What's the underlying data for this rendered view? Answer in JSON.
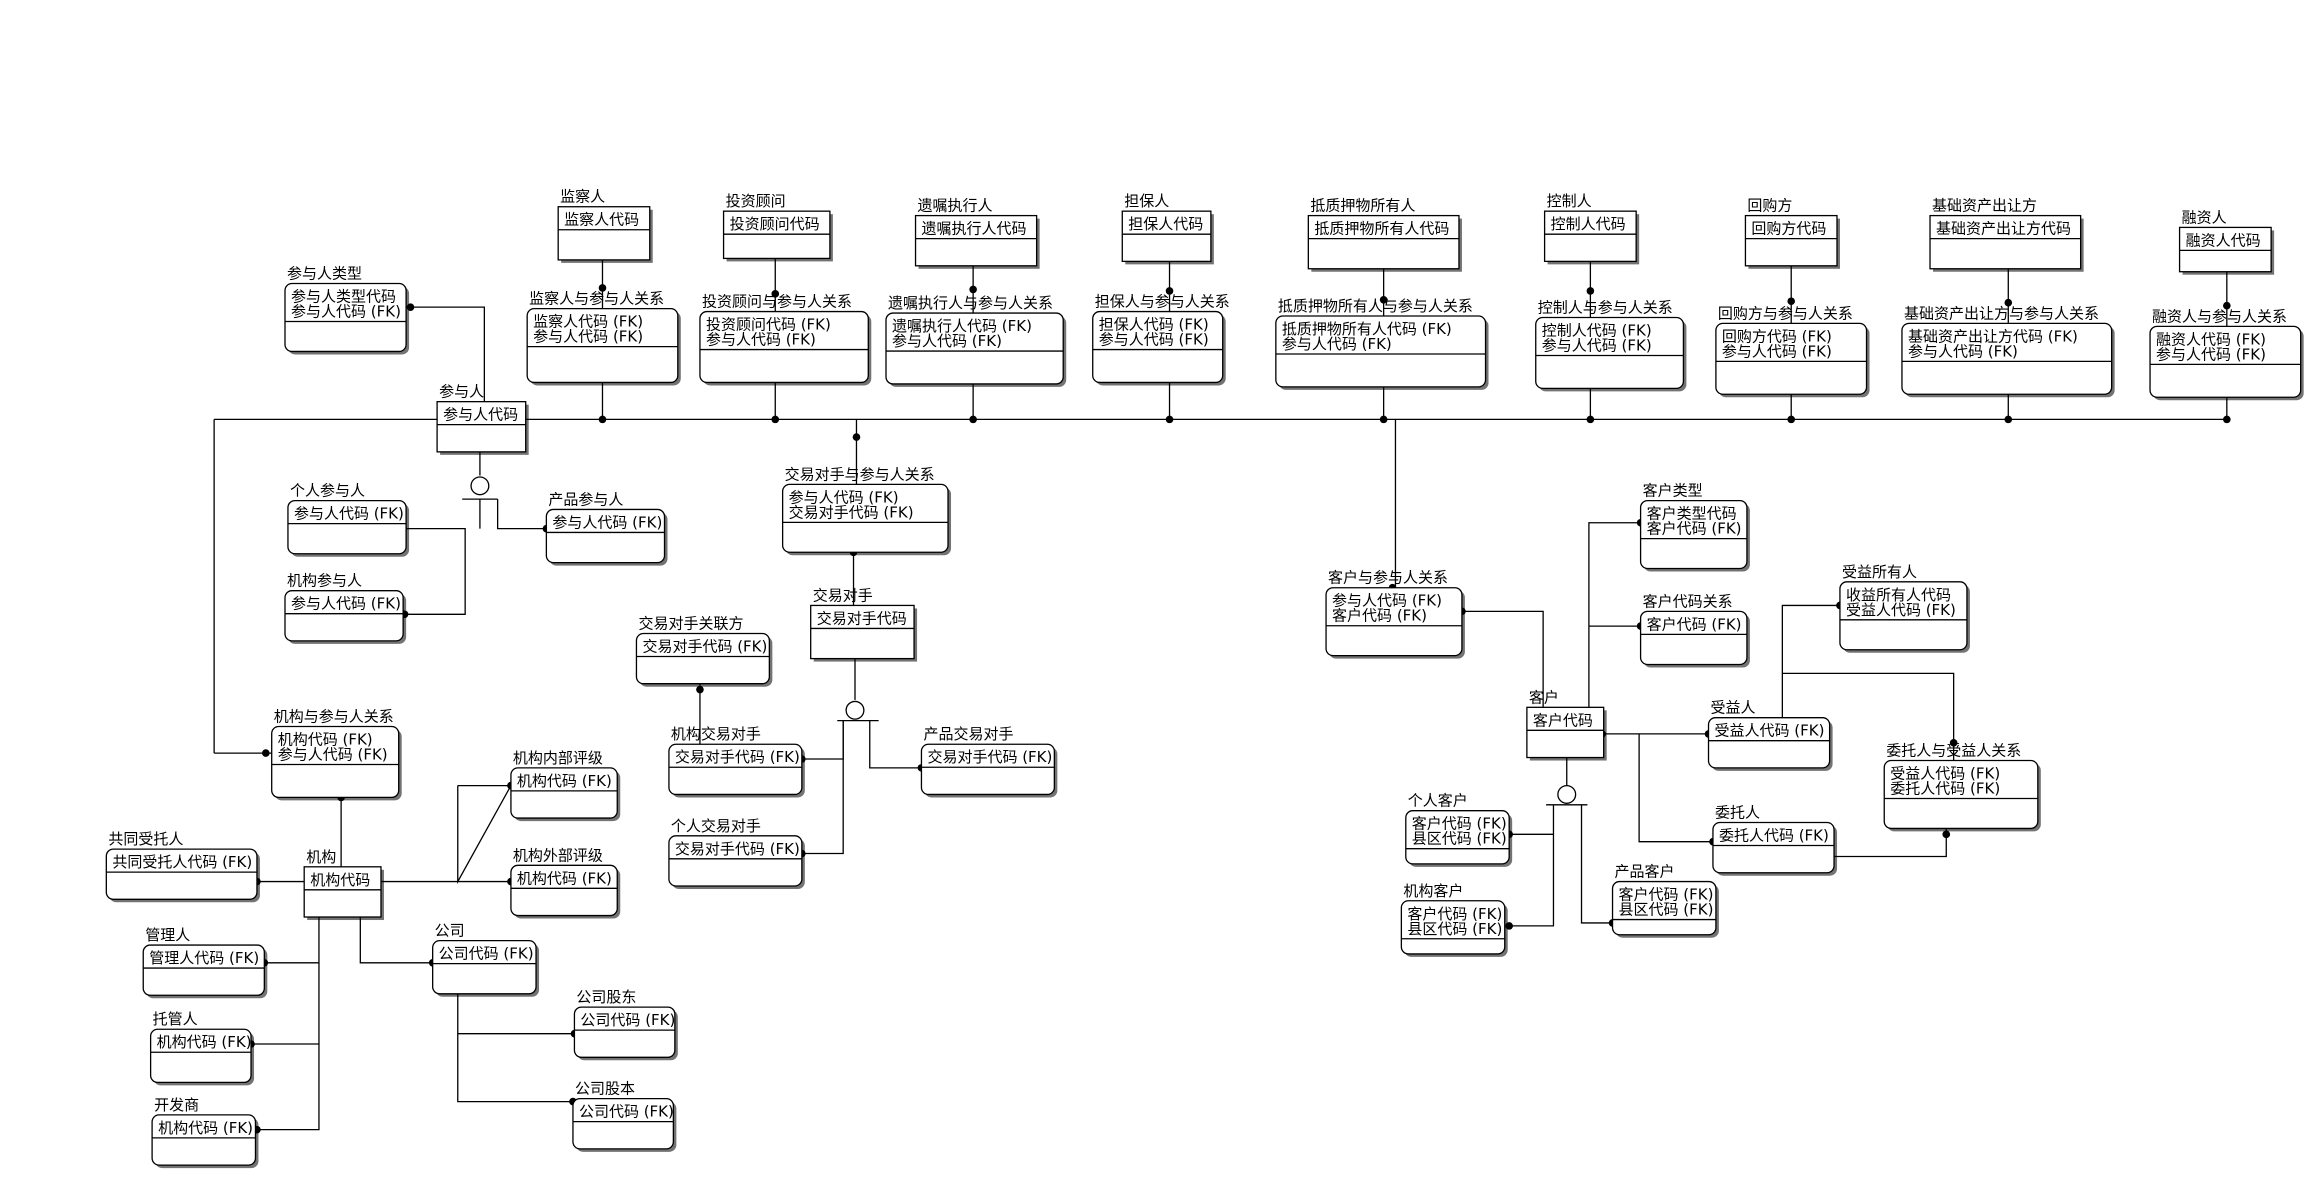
{
  "entities": [
    {
      "id": "jcr",
      "title": "监察人",
      "fields": [
        "监察人代码"
      ]
    },
    {
      "id": "tzgw",
      "title": "投资顾问",
      "fields": [
        "投资顾问代码"
      ]
    },
    {
      "id": "yzzx",
      "title": "遗嘱执行人",
      "fields": [
        "遗嘱执行人代码"
      ]
    },
    {
      "id": "dbr",
      "title": "担保人",
      "fields": [
        "担保人代码"
      ]
    },
    {
      "id": "zyw",
      "title": "抵质押物所有人",
      "fields": [
        "抵质押物所有人代码"
      ]
    },
    {
      "id": "kzr",
      "title": "控制人",
      "fields": [
        "控制人代码"
      ]
    },
    {
      "id": "hgf",
      "title": "回购方",
      "fields": [
        "回购方代码"
      ]
    },
    {
      "id": "jczc",
      "title": "基础资产出让方",
      "fields": [
        "基础资产出让方代码"
      ]
    },
    {
      "id": "rzr",
      "title": "融资人",
      "fields": [
        "融资人代码"
      ]
    },
    {
      "id": "cyrlx",
      "title": "参与人类型",
      "fields": [
        "参与人类型代码",
        "参与人代码 (FK)"
      ]
    },
    {
      "id": "jcr_r",
      "title": "监察人与参与人关系",
      "fields": [
        "监察人代码 (FK)",
        "参与人代码 (FK)"
      ]
    },
    {
      "id": "tzgw_r",
      "title": "投资顾问与参与人关系",
      "fields": [
        "投资顾问代码 (FK)",
        "参与人代码 (FK)"
      ]
    },
    {
      "id": "yzzx_r",
      "title": "遗嘱执行人与参与人关系",
      "fields": [
        "遗嘱执行人代码 (FK)",
        "参与人代码 (FK)"
      ]
    },
    {
      "id": "dbr_r",
      "title": "担保人与参与人关系",
      "fields": [
        "担保人代码 (FK)",
        "参与人代码 (FK)"
      ]
    },
    {
      "id": "zyw_r",
      "title": "抵质押物所有人与参与人关系",
      "fields": [
        "抵质押物所有人代码 (FK)",
        "参与人代码 (FK)"
      ]
    },
    {
      "id": "kzr_r",
      "title": "控制人与参与人关系",
      "fields": [
        "控制人代码 (FK)",
        "参与人代码 (FK)"
      ]
    },
    {
      "id": "hgf_r",
      "title": "回购方与参与人关系",
      "fields": [
        "回购方代码 (FK)",
        "参与人代码 (FK)"
      ]
    },
    {
      "id": "jczc_r",
      "title": "基础资产出让方与参与人关系",
      "fields": [
        "基础资产出让方代码 (FK)",
        "参与人代码 (FK)"
      ]
    },
    {
      "id": "rzr_r",
      "title": "融资人与参与人关系",
      "fields": [
        "融资人代码 (FK)",
        "参与人代码 (FK)"
      ]
    },
    {
      "id": "cyr",
      "title": "参与人",
      "fields": [
        "参与人代码"
      ]
    },
    {
      "id": "grcyr",
      "title": "个人参与人",
      "fields": [
        "参与人代码 (FK)"
      ]
    },
    {
      "id": "cpcyr",
      "title": "产品参与人",
      "fields": [
        "参与人代码 (FK)"
      ]
    },
    {
      "id": "jgcyr",
      "title": "机构参与人",
      "fields": [
        "参与人代码 (FK)"
      ]
    },
    {
      "id": "jydsr",
      "title": "交易对手与参与人关系",
      "fields": [
        "参与人代码 (FK)",
        "交易对手代码 (FK)"
      ]
    },
    {
      "id": "jyds",
      "title": "交易对手",
      "fields": [
        "交易对手代码"
      ]
    },
    {
      "id": "jydsglf",
      "title": "交易对手关联方",
      "fields": [
        "交易对手代码 (FK)"
      ]
    },
    {
      "id": "jgjyds",
      "title": "机构交易对手",
      "fields": [
        "交易对手代码 (FK)"
      ]
    },
    {
      "id": "cpjyds",
      "title": "产品交易对手",
      "fields": [
        "交易对手代码 (FK)"
      ]
    },
    {
      "id": "grjyds",
      "title": "个人交易对手",
      "fields": [
        "交易对手代码 (FK)"
      ]
    },
    {
      "id": "jgcyrgx",
      "title": "机构与参与人关系",
      "fields": [
        "机构代码 (FK)",
        "参与人代码 (FK)"
      ]
    },
    {
      "id": "jgnbpj",
      "title": "机构内部评级",
      "fields": [
        "机构代码 (FK)"
      ]
    },
    {
      "id": "jgwbpj",
      "title": "机构外部评级",
      "fields": [
        "机构代码 (FK)"
      ]
    },
    {
      "id": "jg",
      "title": "机构",
      "fields": [
        "机构代码"
      ]
    },
    {
      "id": "gtstr",
      "title": "共同受托人",
      "fields": [
        "共同受托人代码 (FK)"
      ]
    },
    {
      "id": "gs",
      "title": "公司",
      "fields": [
        "公司代码 (FK)"
      ]
    },
    {
      "id": "glr",
      "title": "管理人",
      "fields": [
        "管理人代码 (FK)"
      ]
    },
    {
      "id": "tgr",
      "title": "托管人",
      "fields": [
        "机构代码 (FK)"
      ]
    },
    {
      "id": "gsgd",
      "title": "公司股东",
      "fields": [
        "公司代码 (FK)"
      ]
    },
    {
      "id": "kfs",
      "title": "开发商",
      "fields": [
        "机构代码 (FK)"
      ]
    },
    {
      "id": "gsgb",
      "title": "公司股本",
      "fields": [
        "公司代码 (FK)"
      ]
    },
    {
      "id": "khlx",
      "title": "客户类型",
      "fields": [
        "客户类型代码",
        "客户代码 (FK)"
      ]
    },
    {
      "id": "khcyr",
      "title": "客户与参与人关系",
      "fields": [
        "参与人代码 (FK)",
        "客户代码 (FK)"
      ]
    },
    {
      "id": "khdmgx",
      "title": "客户代码关系",
      "fields": [
        "客户代码 (FK)"
      ]
    },
    {
      "id": "sysyr",
      "title": "受益所有人",
      "fields": [
        "收益所有人代码",
        "受益人代码 (FK)"
      ]
    },
    {
      "id": "kh",
      "title": "客户",
      "fields": [
        "客户代码"
      ]
    },
    {
      "id": "syr",
      "title": "受益人",
      "fields": [
        "受益人代码 (FK)"
      ]
    },
    {
      "id": "wtrsyr",
      "title": "委托人与受益人关系",
      "fields": [
        "受益人代码 (FK)",
        "委托人代码 (FK)"
      ]
    },
    {
      "id": "grkh",
      "title": "个人客户",
      "fields": [
        "客户代码 (FK)",
        "县区代码 (FK)"
      ]
    },
    {
      "id": "wtr",
      "title": "委托人",
      "fields": [
        "委托人代码 (FK)"
      ]
    },
    {
      "id": "jgkh",
      "title": "机构客户",
      "fields": [
        "客户代码 (FK)",
        "县区代码 (FK)"
      ]
    },
    {
      "id": "cpkh",
      "title": "产品客户",
      "fields": [
        "客户代码 (FK)",
        "县区代码 (FK)"
      ]
    }
  ]
}
